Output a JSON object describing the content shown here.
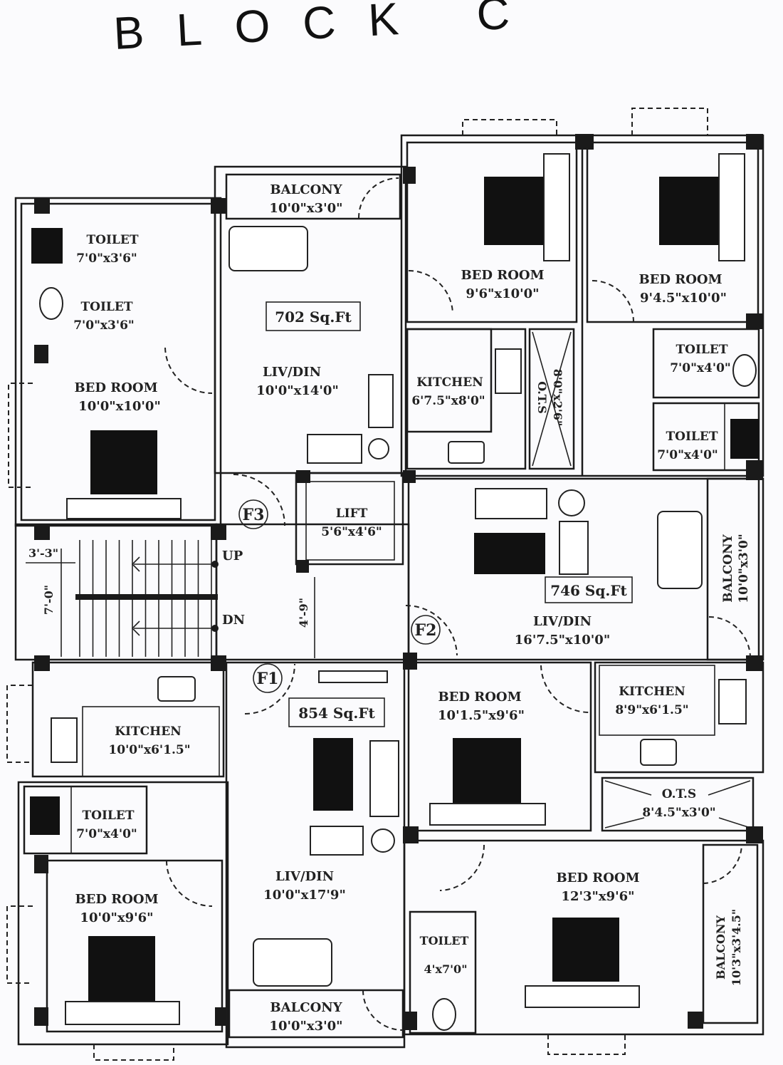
{
  "title": "BLOCK C",
  "flats": [
    {
      "id": "F1",
      "area": "854 Sq.Ft"
    },
    {
      "id": "F2",
      "area": "746 Sq.Ft"
    },
    {
      "id": "F3",
      "area": "702 Sq.Ft"
    }
  ],
  "rooms": {
    "f3_toilet_a": {
      "name": "TOILET",
      "size": "7'0\"x3'6\""
    },
    "f3_toilet_b": {
      "name": "TOILET",
      "size": "7'0\"x3'6\""
    },
    "f3_bed_left": {
      "name": "BED ROOM",
      "size": "10'0\"x10'0\""
    },
    "f3_balcony": {
      "name": "BALCONY",
      "size": "10'0\"x3'0\""
    },
    "f3_liv_din": {
      "name": "LIV/DIN",
      "size": "10'0\"x14'0\""
    },
    "f3_bed_top": {
      "name": "BED ROOM",
      "size": "9'6\"x10'0\""
    },
    "f3_kitchen": {
      "name": "KITCHEN",
      "size": "6'7.5\"x8'0\""
    },
    "f3_ots": {
      "name": "O.T.S",
      "size": "8'0\"x2'6\""
    },
    "f2_bed_top": {
      "name": "BED ROOM",
      "size": "9'4.5\"x10'0\""
    },
    "f2_toilet_a": {
      "name": "TOILET",
      "size": "7'0\"x4'0\""
    },
    "f2_toilet_b": {
      "name": "TOILET",
      "size": "7'0\"x4'0\""
    },
    "lift": {
      "name": "LIFT",
      "size": "5'6\"x4'6\""
    },
    "f2_liv_din": {
      "name": "LIV/DIN",
      "size": "16'7.5\"x10'0\""
    },
    "f2_balcony": {
      "name": "BALCONY",
      "size": "10'0\"x3'0\""
    },
    "f1_kitchen": {
      "name": "KITCHEN",
      "size": "10'0\"x6'1.5\""
    },
    "f1_toilet": {
      "name": "TOILET",
      "size": "7'0\"x4'0\""
    },
    "f1_bed_left": {
      "name": "BED ROOM",
      "size": "10'0\"x9'6\""
    },
    "f1_liv_din": {
      "name": "LIV/DIN",
      "size": "10'0\"x17'9\""
    },
    "f1_balcony": {
      "name": "BALCONY",
      "size": "10'0\"x3'0\""
    },
    "f1_bed_mid": {
      "name": "BED ROOM",
      "size": "10'1.5\"x9'6\""
    },
    "f2_kitchen": {
      "name": "KITCHEN",
      "size": "8'9\"x6'1.5\""
    },
    "f2_ots": {
      "name": "O.T.S",
      "size": "8'4.5\"x3'0\""
    },
    "f1_bed_right": {
      "name": "BED ROOM",
      "size": "12'3\"x9'6\""
    },
    "f1_toilet_small": {
      "name": "TOILET",
      "size": "4'x7'0\""
    },
    "f1_balcony_right": {
      "name": "BALCONY",
      "size": "10'3\"x3'4.5\""
    }
  },
  "stair": {
    "up_label": "UP",
    "dn_label": "DN",
    "width_dim": "3'-3\"",
    "length_dim": "7'-0\"",
    "lobby_dim": "4'-9\""
  }
}
